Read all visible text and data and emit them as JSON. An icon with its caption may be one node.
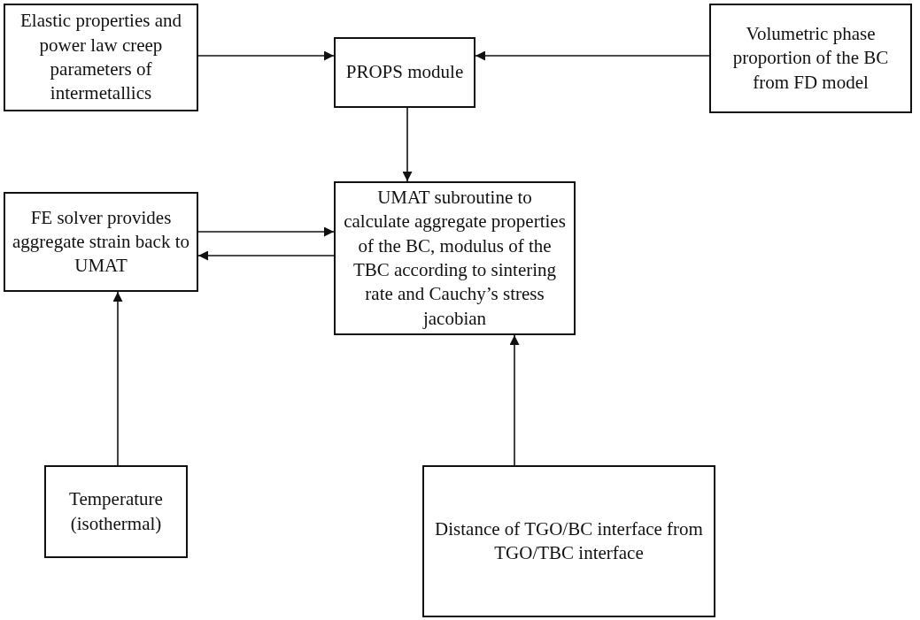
{
  "diagram": {
    "nodes": [
      {
        "text": [
          "Elastic properties and power law creep parameters of intermetallics"
        ]
      },
      {
        "text": [
          "PROPS module"
        ]
      },
      {
        "text": [
          "Volumetric phase proportion of the BC from FD model"
        ]
      },
      {
        "text": [
          "FE solver provides aggregate strain back to UMAT"
        ]
      },
      {
        "text": [
          "UMAT subroutine to calculate aggregate properties of the BC, modulus of the TBC according to sintering rate and Cauchy’s stress jacobian"
        ]
      },
      {
        "text": [
          "Temperature (isothermal)"
        ]
      },
      {
        "text": [
          "Distance of TGO/BC interface from TGO/TBC interface"
        ]
      }
    ],
    "edges": [
      {
        "from": 0,
        "to": 1,
        "arrow": "to"
      },
      {
        "from": 2,
        "to": 1,
        "arrow": "to"
      },
      {
        "from": 1,
        "to": 4,
        "arrow": "to"
      },
      {
        "from": 3,
        "to": 4,
        "arrow": "to"
      },
      {
        "from": 4,
        "to": 3,
        "arrow": "to"
      },
      {
        "from": 5,
        "to": 3,
        "arrow": "to"
      },
      {
        "from": 6,
        "to": 4,
        "arrow": "to"
      }
    ]
  }
}
